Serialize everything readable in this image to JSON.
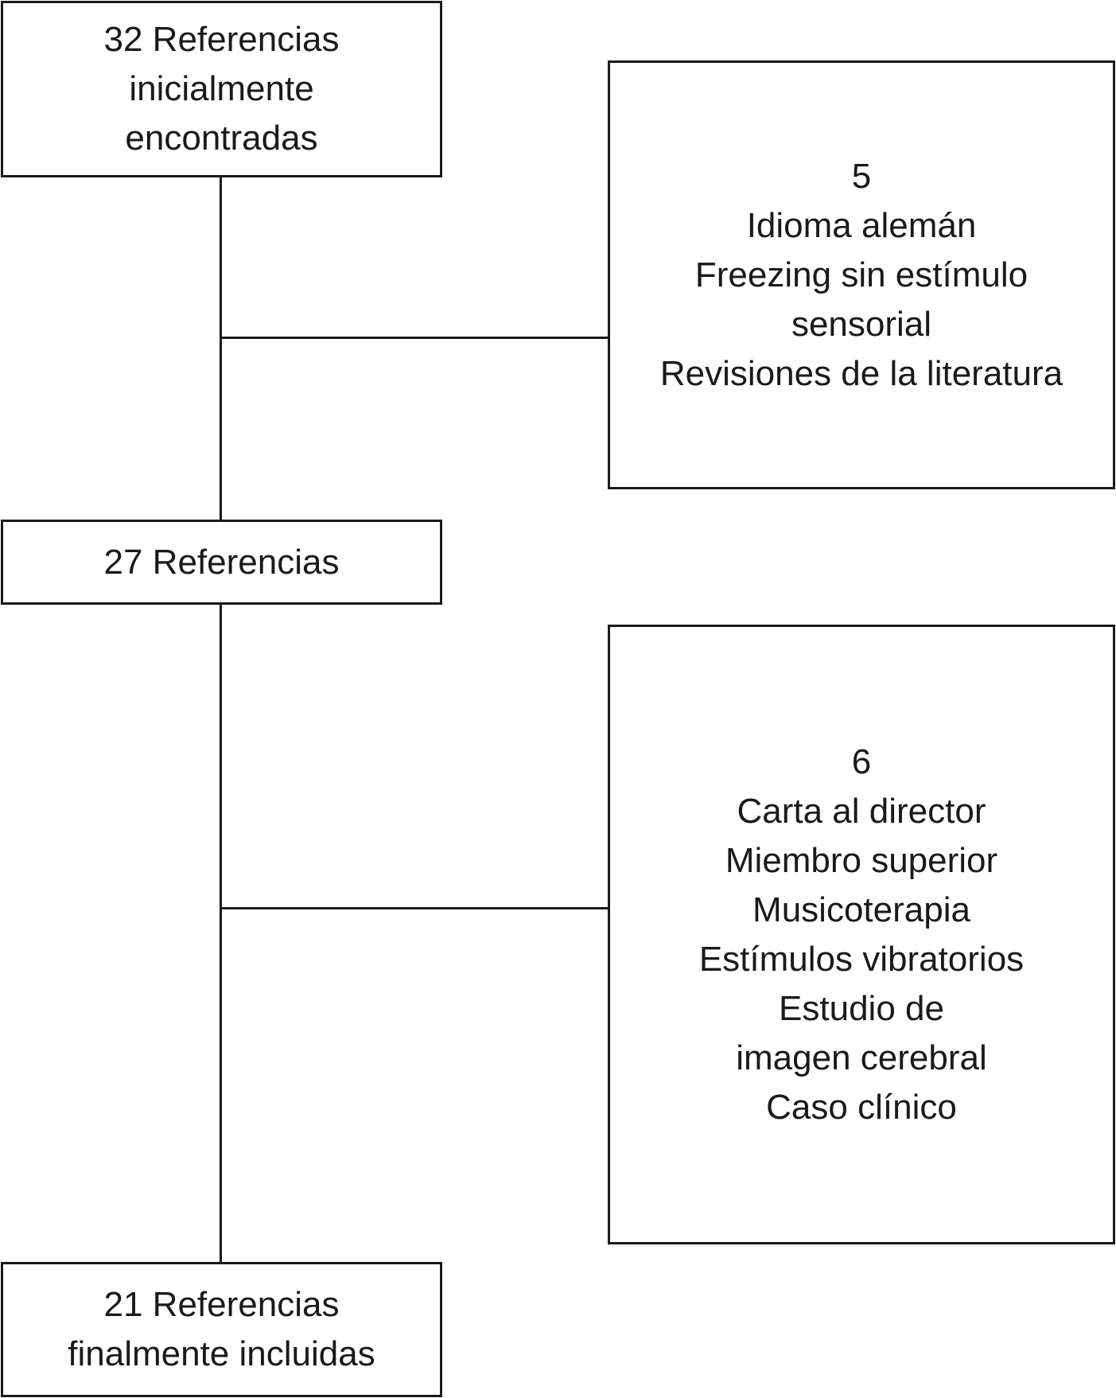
{
  "flowchart": {
    "initial": {
      "lines": [
        "32 Referencias",
        "inicialmente",
        "encontradas"
      ]
    },
    "exclusion_1": {
      "lines": [
        "5",
        "Idioma alemán",
        "Freezing sin estímulo",
        "sensorial",
        "Revisiones de la literatura"
      ]
    },
    "middle": {
      "lines": [
        "27 Referencias"
      ]
    },
    "exclusion_2": {
      "lines": [
        "6",
        "Carta al director",
        "Miembro superior",
        "Musicoterapia",
        "Estímulos vibratorios",
        "Estudio de",
        "imagen cerebral",
        "Caso clínico"
      ]
    },
    "final": {
      "lines": [
        "21 Referencias",
        "finalmente incluidas"
      ]
    }
  },
  "colors": {
    "stroke": "#1a1a1a",
    "background": "#ffffff",
    "text": "#1a1a1a"
  }
}
